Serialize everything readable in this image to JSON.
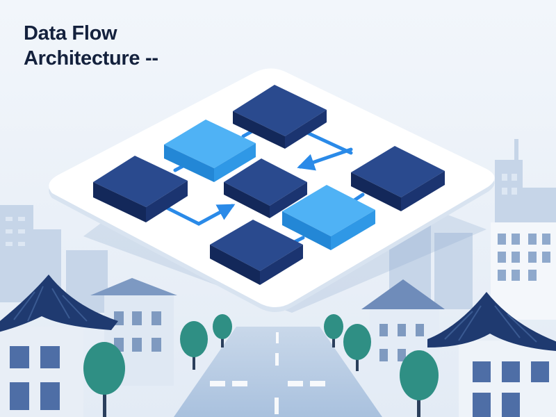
{
  "title": {
    "line1": "Data Flow",
    "line2": "Architecture --"
  },
  "colors": {
    "background": "#eef3f9",
    "node_dark": "#1e3a7a",
    "node_light": "#3aa0f0",
    "arrow": "#2a8ae8",
    "platform": "#ffffff",
    "roof": "#1f3a70",
    "tree": "#2f8f84",
    "building": "#b7c8de"
  },
  "diagram": {
    "nodes": [
      {
        "name": "node-top",
        "tone": "dark"
      },
      {
        "name": "node-upper-left",
        "tone": "light"
      },
      {
        "name": "node-left",
        "tone": "dark"
      },
      {
        "name": "node-center",
        "tone": "dark"
      },
      {
        "name": "node-right",
        "tone": "dark"
      },
      {
        "name": "node-lower-right",
        "tone": "light"
      },
      {
        "name": "node-bottom",
        "tone": "dark"
      }
    ]
  }
}
